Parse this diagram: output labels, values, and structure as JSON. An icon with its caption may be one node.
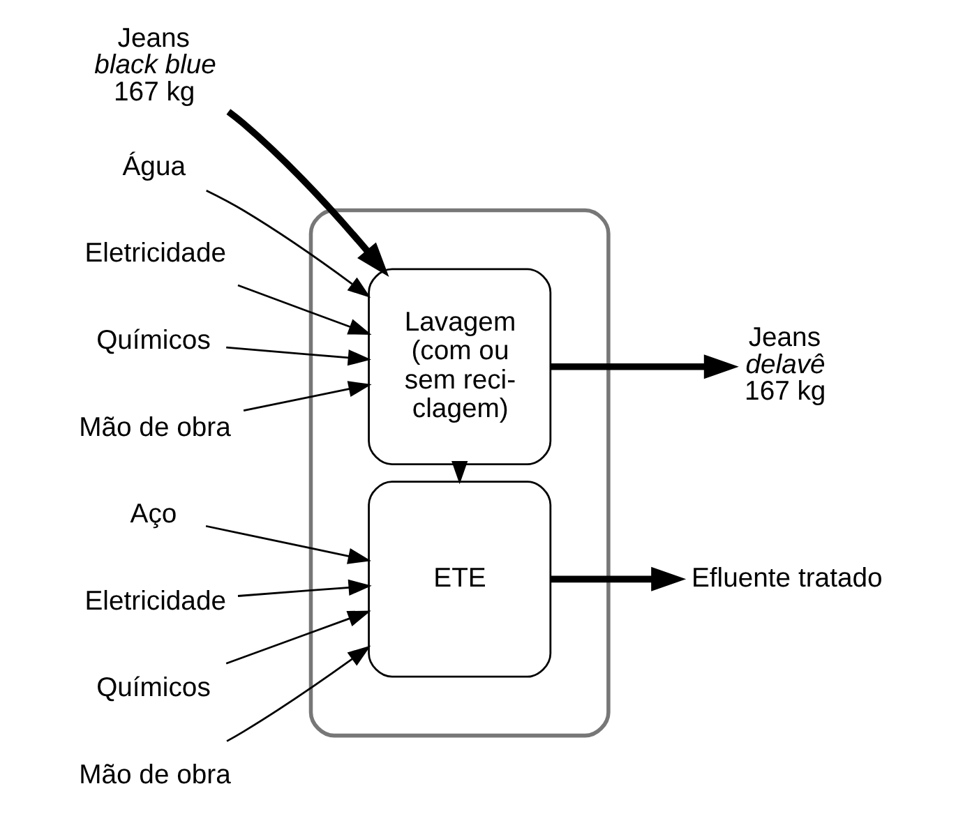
{
  "diagram": {
    "nodes": [
      {
        "text": [],
        "shape": "box"
      },
      {
        "text": [
          "Lavagem (com ou sem reci- clagem)"
        ],
        "in": 0
      },
      {
        "text": [
          "ETE"
        ],
        "in": 0
      },
      {
        "text": [
          "Jeans",
          "black blue",
          "167 kg"
        ]
      },
      {
        "text": [
          "Água"
        ]
      },
      {
        "text": [
          "Eletricidade"
        ]
      },
      {
        "text": [
          "Químicos"
        ]
      },
      {
        "text": [
          "Mão de obra"
        ]
      },
      {
        "text": [
          "Jeans",
          "delavê",
          "167 kg"
        ]
      },
      {
        "text": [
          "Aço"
        ]
      },
      {
        "text": [
          "Eletricidade"
        ]
      },
      {
        "text": [
          "Químicos"
        ]
      },
      {
        "text": [
          "Mão de obra"
        ]
      },
      {
        "text": [
          "Efluente tratado"
        ]
      }
    ],
    "edges": [
      {
        "from": 3,
        "to": 1,
        "arrow": "to",
        "style": "thick"
      },
      {
        "from": 4,
        "to": 1,
        "arrow": "to"
      },
      {
        "from": 5,
        "to": 1,
        "arrow": "to"
      },
      {
        "from": 6,
        "to": 1,
        "arrow": "to"
      },
      {
        "from": 7,
        "to": 1,
        "arrow": "to"
      },
      {
        "from": 1,
        "to": 8,
        "arrow": "to",
        "style": "thick"
      },
      {
        "from": 1,
        "to": 2,
        "arrow": "to"
      },
      {
        "from": 9,
        "to": 2,
        "arrow": "to"
      },
      {
        "from": 10,
        "to": 2,
        "arrow": "to"
      },
      {
        "from": 11,
        "to": 2,
        "arrow": "to"
      },
      {
        "from": 12,
        "to": 2,
        "arrow": "to"
      },
      {
        "from": 2,
        "to": 13,
        "arrow": "to",
        "style": "thick"
      }
    ]
  }
}
